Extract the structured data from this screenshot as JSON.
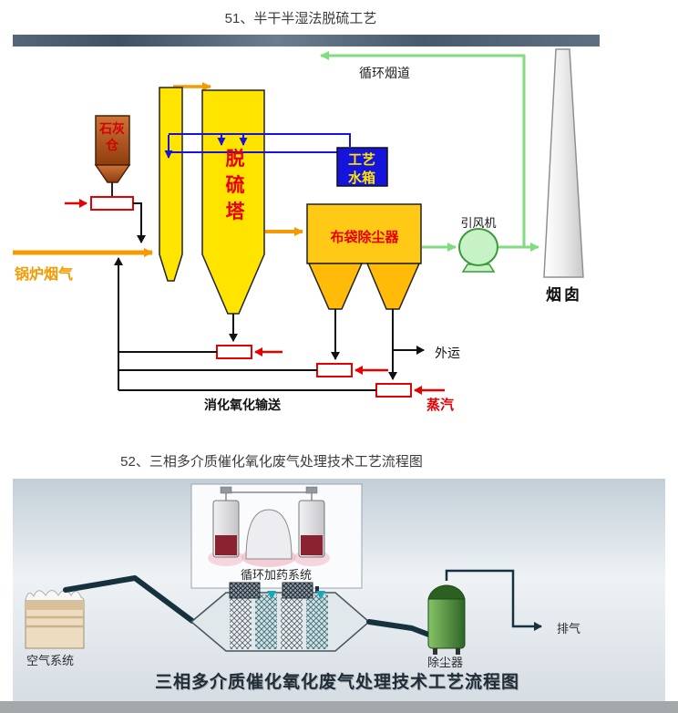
{
  "page": {
    "heading1": "51、半干半湿法脱硫工艺",
    "heading2": "52、三相多介质催化氧化废气处理技术工艺流程图"
  },
  "diagram1": {
    "labels": {
      "circulating_flue": "循环烟道",
      "lime_silo": "石灰仓",
      "tower": "脱硫塔",
      "water_tank": "工艺水箱",
      "bag_filter": "布袋除尘器",
      "fan": "引风机",
      "chimney": "烟囱",
      "boiler_flue_gas": "锅炉烟气",
      "outbound": "外运",
      "ash_conveying": "消化氧化输送",
      "steam": "蒸汽"
    },
    "colors": {
      "flue_gas_orange": "#f59a00",
      "clean_gas_green": "#7edd7e",
      "water_blue": "#1414dd",
      "equipment_yellow": "#ffe400",
      "silo_brown": "#b4541e",
      "alert_red": "#e60000"
    }
  },
  "diagram2": {
    "labels": {
      "dosing_system": "循环加药系统",
      "air_system": "空气系统",
      "dust_collector": "除尘器",
      "exhaust": "排气",
      "caption": "三相多介质催化氧化废气处理技术工艺流程图"
    },
    "colors": {
      "pipe_dark": "#16323f",
      "collector_green": "#3f7a2e"
    }
  }
}
